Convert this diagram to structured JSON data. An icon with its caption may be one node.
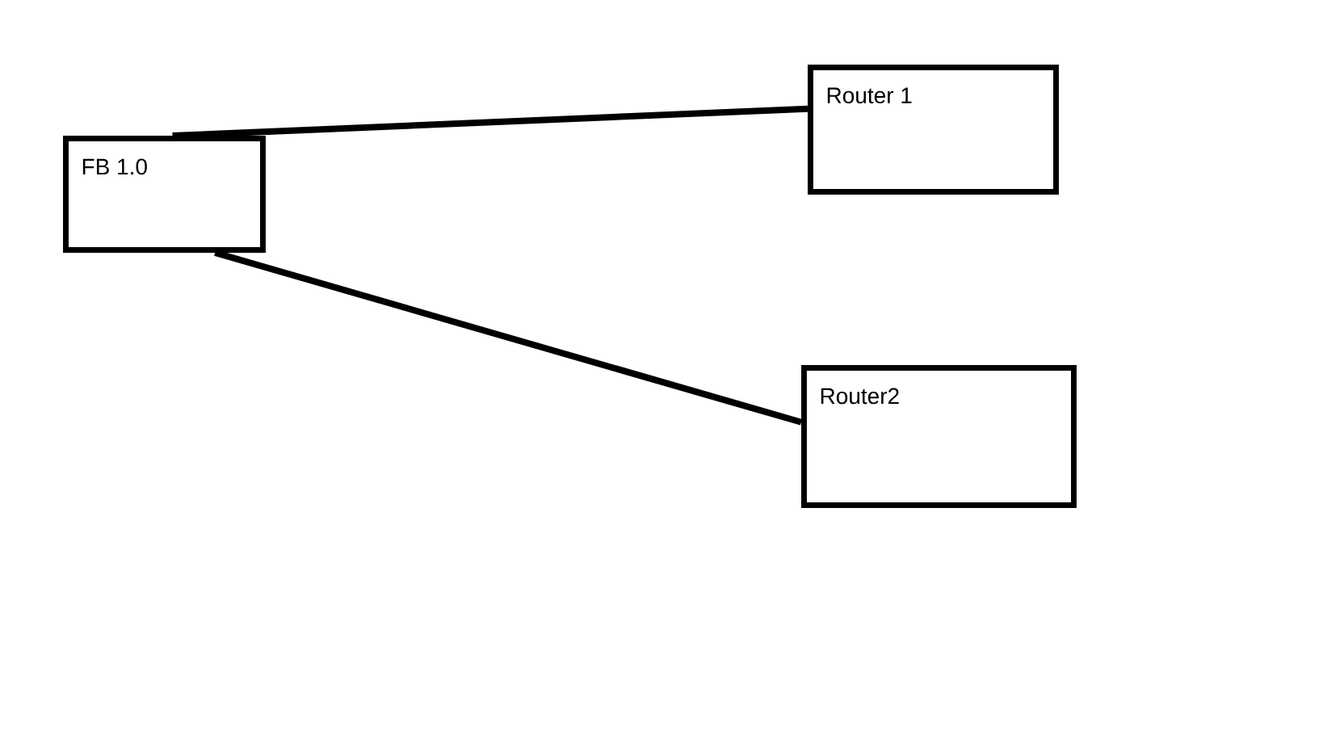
{
  "diagram": {
    "nodes": [
      {
        "text": [
          "FB 1.0"
        ]
      },
      {
        "text": [
          "Router 1"
        ]
      },
      {
        "text": [
          "Router2"
        ]
      }
    ],
    "edges": [
      {
        "from": 0,
        "to": 1,
        "arrow": "none"
      },
      {
        "from": 0,
        "to": 2,
        "arrow": "none"
      }
    ]
  }
}
